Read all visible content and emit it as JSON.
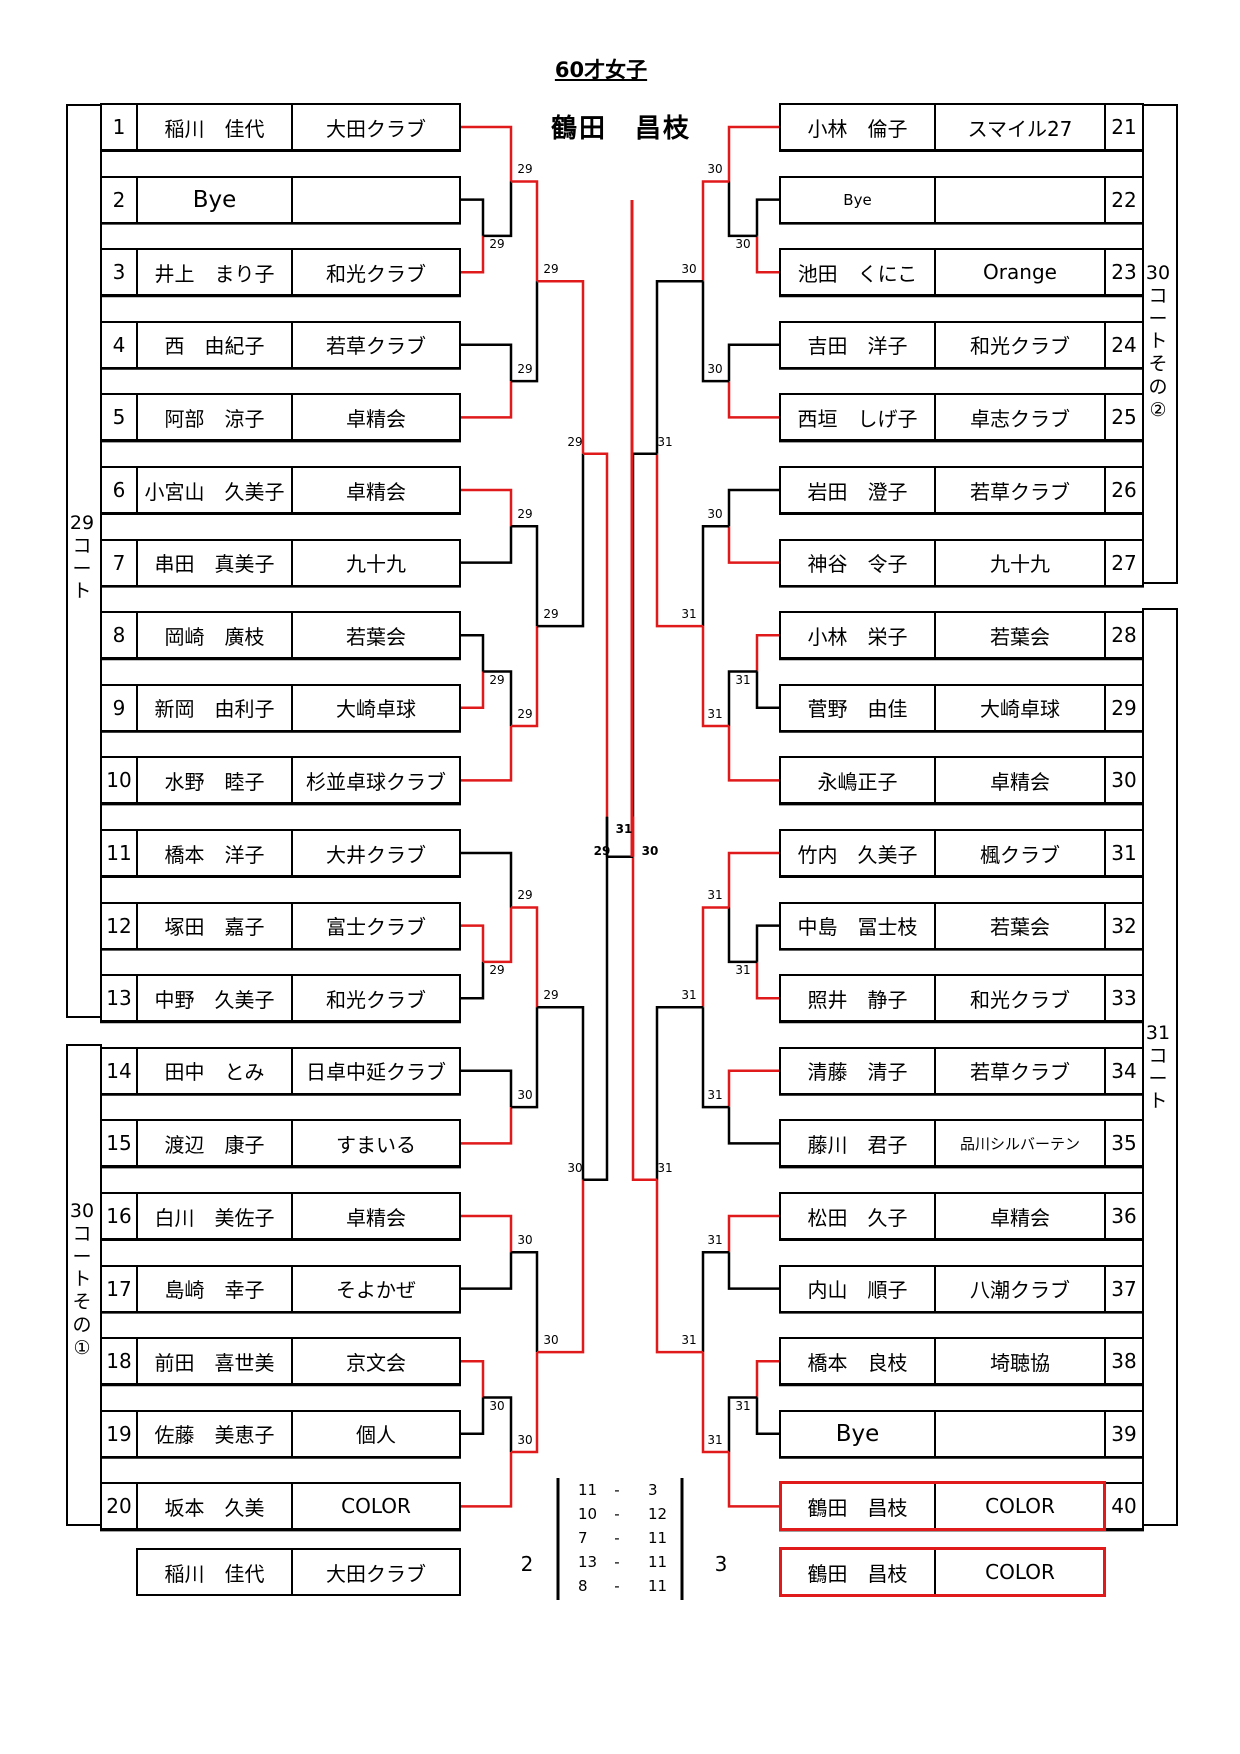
{
  "title": "60才女子",
  "champion": "鶴田　昌枝",
  "left_players": [
    {
      "num": "1",
      "name": "稲川　佳代",
      "club": "大田クラブ"
    },
    {
      "num": "2",
      "name": "Bye",
      "club": ""
    },
    {
      "num": "3",
      "name": "井上　まり子",
      "club": "和光クラブ"
    },
    {
      "num": "4",
      "name": "西　由紀子",
      "club": "若草クラブ"
    },
    {
      "num": "5",
      "name": "阿部　涼子",
      "club": "卓精会"
    },
    {
      "num": "6",
      "name": "小宮山　久美子",
      "club": "卓精会"
    },
    {
      "num": "7",
      "name": "串田　真美子",
      "club": "九十九"
    },
    {
      "num": "8",
      "name": "岡崎　廣枝",
      "club": "若葉会"
    },
    {
      "num": "9",
      "name": "新岡　由利子",
      "club": "大崎卓球"
    },
    {
      "num": "10",
      "name": "水野　睦子",
      "club": "杉並卓球クラブ"
    },
    {
      "num": "11",
      "name": "橋本　洋子",
      "club": "大井クラブ"
    },
    {
      "num": "12",
      "name": "塚田　嘉子",
      "club": "富士クラブ"
    },
    {
      "num": "13",
      "name": "中野　久美子",
      "club": "和光クラブ"
    },
    {
      "num": "14",
      "name": "田中　とみ",
      "club": "日卓中延クラブ"
    },
    {
      "num": "15",
      "name": "渡辺　康子",
      "club": "すまいる"
    },
    {
      "num": "16",
      "name": "白川　美佐子",
      "club": "卓精会"
    },
    {
      "num": "17",
      "name": "島崎　幸子",
      "club": "そよかぜ"
    },
    {
      "num": "18",
      "name": "前田　喜世美",
      "club": "京文会"
    },
    {
      "num": "19",
      "name": "佐藤　美恵子",
      "club": "個人"
    },
    {
      "num": "20",
      "name": "坂本　久美",
      "club": "COLOR"
    }
  ],
  "right_players": [
    {
      "num": "21",
      "name": "小林　倫子",
      "club": "スマイル27"
    },
    {
      "num": "22",
      "name": "Bye",
      "club": ""
    },
    {
      "num": "23",
      "name": "池田　くにこ",
      "club": "Orange"
    },
    {
      "num": "24",
      "name": "吉田　洋子",
      "club": "和光クラブ"
    },
    {
      "num": "25",
      "name": "西垣　しげ子",
      "club": "卓志クラブ"
    },
    {
      "num": "26",
      "name": "岩田　澄子",
      "club": "若草クラブ"
    },
    {
      "num": "27",
      "name": "神谷　令子",
      "club": "九十九"
    },
    {
      "num": "28",
      "name": "小林　栄子",
      "club": "若葉会"
    },
    {
      "num": "29",
      "name": "菅野　由佳",
      "club": "大崎卓球"
    },
    {
      "num": "30",
      "name": "永嶋正子",
      "club": "卓精会"
    },
    {
      "num": "31",
      "name": "竹内　久美子",
      "club": "楓クラブ"
    },
    {
      "num": "32",
      "name": "中島　冨士枝",
      "club": "若葉会"
    },
    {
      "num": "33",
      "name": "照井　静子",
      "club": "和光クラブ"
    },
    {
      "num": "34",
      "name": "清藤　清子",
      "club": "若草クラブ"
    },
    {
      "num": "35",
      "name": "藤川　君子",
      "club": "品川シルバーテン"
    },
    {
      "num": "36",
      "name": "松田　久子",
      "club": "卓精会"
    },
    {
      "num": "37",
      "name": "内山　順子",
      "club": "八潮クラブ"
    },
    {
      "num": "38",
      "name": "橋本　良枝",
      "club": "埼聴協"
    },
    {
      "num": "39",
      "name": "Bye",
      "club": ""
    },
    {
      "num": "40",
      "name": "鶴田　昌枝",
      "club": "COLOR"
    }
  ],
  "finalists": {
    "left": {
      "name": "稲川　佳代",
      "club": "大田クラブ"
    },
    "right": {
      "name": "鶴田　昌枝",
      "club": "COLOR"
    }
  },
  "final_sets": [
    {
      "left": "11",
      "right": "3"
    },
    {
      "left": "10",
      "right": "12"
    },
    {
      "left": "7",
      "right": "11"
    },
    {
      "left": "13",
      "right": "11"
    },
    {
      "left": "8",
      "right": "11"
    }
  ],
  "final_set_dash": "-",
  "final_sets_won": {
    "left": "2",
    "right": "3"
  },
  "courts": {
    "left_top": [
      "29",
      "コ",
      "ー",
      "ト"
    ],
    "left_bottom": [
      "30",
      "コ",
      "ー",
      "ト",
      "そ",
      "の",
      "①"
    ],
    "right_top": [
      "30",
      "コ",
      "ー",
      "ト",
      "そ",
      "の",
      "②"
    ],
    "right_bottom": [
      "31",
      "コ",
      "ー",
      "ト"
    ]
  },
  "match_courts": {
    "left": {
      "r1_1_2": "29",
      "r1_8_9": "29",
      "r1_12_13": "29",
      "r1_18_19": "30",
      "r2_1_3": "29",
      "r2_4_5": "29",
      "r2_6_7": "29",
      "r2_8_10": "29",
      "r2_11_13": "29",
      "r2_14_15": "30",
      "r2_16_17": "30",
      "r2_18_20": "30",
      "r3_1_5": "29",
      "r3_6_10": "29",
      "r3_11_15": "29",
      "r3_16_20": "30",
      "qf_top": "29",
      "qf_bottom": "30",
      "sf": "29"
    },
    "right": {
      "r1_22_23": "30",
      "r1_28_29": "31",
      "r1_32_33": "31",
      "r1_38_39": "31",
      "r2_21_23": "30",
      "r2_24_25": "30",
      "r2_26_27": "30",
      "r2_28_30": "31",
      "r2_31_33": "31",
      "r2_34_35": "31",
      "r2_36_37": "31",
      "r2_38_40": "31",
      "r3_21_25": "30",
      "r3_26_30": "31",
      "r3_31_35": "31",
      "r3_36_40": "31",
      "qf_top": "31",
      "qf_bottom": "31",
      "sf": "30"
    },
    "final": "31"
  },
  "colors": {
    "winner_line": "#e0191b",
    "line": "#000000"
  }
}
